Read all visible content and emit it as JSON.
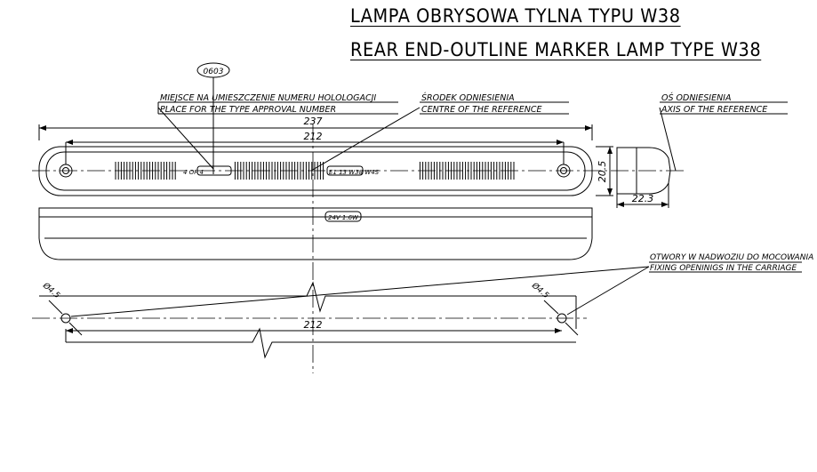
{
  "title_pl": "LAMPA OBRYSOWA TYLNA TYPU W38",
  "title_en": "REAR END-OUTLINE MARKER LAMP TYPE W38",
  "badge_code": "0603",
  "approval_label_pl": "MIEJSCE NA UMIESZCZENIE NUMERU HOLOLOGACJI",
  "approval_label_en": "PLACE FOR THE TYPE APPROVAL NUMBER",
  "reference_centre_pl": "ŚRODEK ODNIESIENIA",
  "reference_centre_en": "CENTRE OF THE REFERENCE",
  "reference_axis_pl": "OŚ ODNIESIENIA",
  "reference_axis_en": "AXIS OF THE REFERENCE",
  "dim_overall_length": "237",
  "dim_hole_spacing": "212",
  "dim_height": "20.5",
  "dim_depth": "22.3",
  "lens_marking_left": "4 OF 4",
  "lens_marking_right": "E1 13 W38 W4S",
  "rating_label": "24V 1.6W",
  "fixing_label_pl": "OTWORY W NADWOZIU DO MOCOWANIA",
  "fixing_label_en": "FIXING OPENINIGS IN THE CARRIAGE",
  "hole_diameter": "Ø4.5",
  "dim_mount_spacing": "212"
}
